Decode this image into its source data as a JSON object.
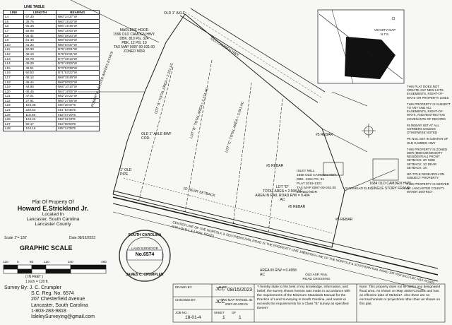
{
  "line_table": {
    "title": "LINE TABLE",
    "headers": [
      "LINE",
      "LENGTH",
      "BEARING"
    ],
    "rows": [
      [
        "L4",
        "67.30",
        "N80°24'37\"W"
      ],
      [
        "L5",
        "39.75",
        "N80°15'32\"W"
      ],
      [
        "L6",
        "65.38",
        "N80°15'35\"W"
      ],
      [
        "L7",
        "59.98",
        "N80°15'00\"W"
      ],
      [
        "L8",
        "66.41",
        "N80°08'20\"W"
      ],
      [
        "L9",
        "51.40",
        "N80°02'33\"W"
      ],
      [
        "L10",
        "41.34",
        "N80°04'47\"W"
      ],
      [
        "L11",
        "50.30",
        "N79°49'01\"W"
      ],
      [
        "L12",
        "48.10",
        "N79°02'31\"W"
      ],
      [
        "L13",
        "50.78",
        "N77°36'12\"W"
      ],
      [
        "L14",
        "49.29",
        "N75°49'06\"W"
      ],
      [
        "L15",
        "49.51",
        "N73°53'39\"W"
      ],
      [
        "L16",
        "50.53",
        "N71°53'22\"W"
      ],
      [
        "L17",
        "48.14",
        "N69°35'49\"W"
      ],
      [
        "L18",
        "48.44",
        "N68°00'02\"W"
      ],
      [
        "L19",
        "44.98",
        "N66°10'10\"W"
      ],
      [
        "L20",
        "48.46",
        "N64°18'05\"W"
      ],
      [
        "L21",
        "47.01",
        "N62°20'22\"W"
      ],
      [
        "L22",
        "27.91",
        "N60°27'59\"W"
      ],
      [
        "L23",
        "103.35",
        "S50°28'47\"E"
      ],
      [
        "L24",
        "220.53",
        "S51°53'36\"E"
      ],
      [
        "L25",
        "118.59",
        "S52°07'29\"E"
      ],
      [
        "L26",
        "123.42",
        "S53°11'46\"E"
      ],
      [
        "L27",
        "90.17",
        "S54°08'03\"E"
      ],
      [
        "L28",
        "104.16",
        "S55°12'38\"E"
      ]
    ]
  },
  "plat_title": {
    "line1": "Plat Of Property Of",
    "name": "Howard E.Strickland Jr.",
    "line3": "Located In",
    "line4": "Lancaster, South Carolina",
    "line5": "Lancaster County",
    "scale": "Scale  1\"= 120'",
    "date": "Date  08/15/2023"
  },
  "graphic_scale": {
    "label": "GRAPHIC SCALE",
    "ticks": [
      "120",
      "0",
      "60",
      "120",
      "240",
      "480"
    ],
    "unit": "( IN FEET )",
    "ratio": "1 inch = 120 ft."
  },
  "surveyor": {
    "by": "Survey By: J. C. Crumpler",
    "reg": "S.C. Reg. No. 6574",
    "addr1": "207 Chesterfield Avenue",
    "addr2": "Lancaster, South Carolina",
    "phone": "1-803-283-9818",
    "email": "IsleleySurveying@gmail.com"
  },
  "seal": {
    "top": "SOUTH CAROLINA",
    "no": "No.6574",
    "bottom": "JAMES C. CRUMPLER",
    "middle": "LAND SURVEYOR"
  },
  "title_block": {
    "drawn_by_label": "DRAWN BY:",
    "drawn_by": "JCC",
    "date_label": "DATE:",
    "date": "08/15/2023",
    "checked_by_label": "CHECKED BY:",
    "checked_by": "JCC",
    "tax_map_label": "TAX MAP PARCEL ID",
    "tax_map": "0087-00-032.01",
    "job_label": "JOB NO.:",
    "job": "18-01-4",
    "sheet_label": "SHEET",
    "sheet": "1",
    "of_label": "OF",
    "of": "1",
    "certification": "\"I hereby state to the best of my knowledge, information, and belief, the survey shown hereon was made in accordance with the requirements of the Minimum Standards Manual for the Practice of Land Surveying in South Carolina, and meets or exceeds the requirements for a Class \"B\" survey as specified therein\""
  },
  "notes": [
    "THIS PLAT DOES NOT CREATE ANY NEW LOTS, EASEMENTS, RIGHT-OF-WAYS OR PROPERTY LINES",
    "THIS PROPERTY IS SUBJECT TO ANY AND ALL EASEMENTS, RIGHT-OF-WAYS, AND RESTRICTIVE COVENANTS OF RECORD",
    "#5 REBAR SET AT ALL CORNERS UNLESS OTHERWISE NOTED",
    "PK NAIL SET IN CENTER OF OLD CAMDEN HWY",
    "THIS PROPERTY IS ZONED MDR (MEDIUM DENSITY RESIDENTIAL) FRONT SETBACK: 30'  SIDE SETBACK: 10'  REAR SETBACK: 15'",
    "NO TITLE RESEARCH ON SUBJECT PROPERTY",
    "THIS PROPERTY IS SERVED BY LANCASTER COUNTY WATER DISTRICT"
  ],
  "flood_note": "Note: This property does not lie within any designated flood area. As shown on Map 45057C0225E and has an effective date of 05/16/17. Also there are no encroachments or projections other than as shown on this plat.",
  "vicinity": {
    "label": "VICINITY MAP",
    "nts": "N.T.S."
  },
  "house_note": "1684 OLD CAMDEN HWY. SINGLE STORY FRAME",
  "map_labels": {
    "old_axle": "OLD 1\" AXLE",
    "marlene_hood": "MARLENE HOOD",
    "marlene_addr": "1596 OLD CAMDEN HWY.",
    "marlene_dbk": "DBK. 810 PG. 324",
    "marlene_pbk": "PBK. 12 PG. 10",
    "marlene_tax": "TAX MAP 0087-00-031.00",
    "marlene_zone": "ZONED MDR",
    "road_label": "OLD CAMDEN HWY.",
    "lot_a": "LOT \"A\"",
    "lot_b": "LOT \"B\"",
    "lot_c": "LOT \"C\"",
    "lot_d": "LOT \"D\"",
    "lot_a_area": "TOTAL AREA = 2.221 AC",
    "lot_b_area": "TOTAL AREA = 2.371 AC",
    "lot_c_area": "TOTAL AREA = 3.041 AC",
    "lot_d_area": "TOTAL AREA = 2.908 AC",
    "lot_d_rr": "AREA IN RAIL ROAD R/W = 0.494 AC",
    "isley": "ISLEY MILL",
    "isley_addr": "1658 OLD CAMDEN HWY.",
    "isley_dbk": "DBK. 1124 PG. 51",
    "isley_plat": "PLAT 2019-1321",
    "isley_tax": "TAX MAP 0087-00-032.00",
    "isley_zone": "ZONED MDR",
    "rebar1": "#5 REBAR",
    "rebar2": "#5 REBAR",
    "rebar3": "#5 REBAR",
    "rebar4": "#5 REBAR",
    "old_pipe": "1\" OLD PIPE",
    "old_axle2": "OLD 1\" AXLE BWF COR.",
    "rear_setback": "15' REAR SETBACK",
    "rr_label": "CENTER LINE OF THE NORFOLK & SOUTHERN RAIL ROAD IS THE PROPERTY LINE 100' R/W ( OLD L & A RAIL ROAD)",
    "rr_label2": "CENTER LINE OF THE NORFOLK & SOUTHERN RAIL ROAD 100' R/W (OLD L&C RAIL ROAD)",
    "area_rw": "AREA IN R/W = 0.4958 AC",
    "crossing": "OLD ASP. RAIL ROAD CROSSING",
    "robert_heirs": "ROBERT & HEISTER WATERS ESTATE",
    "overhead": "OVERHEAD ELEC."
  },
  "colors": {
    "ink": "#1a1a1a",
    "paper": "#f7f7f5",
    "seal_ink": "#333333"
  }
}
